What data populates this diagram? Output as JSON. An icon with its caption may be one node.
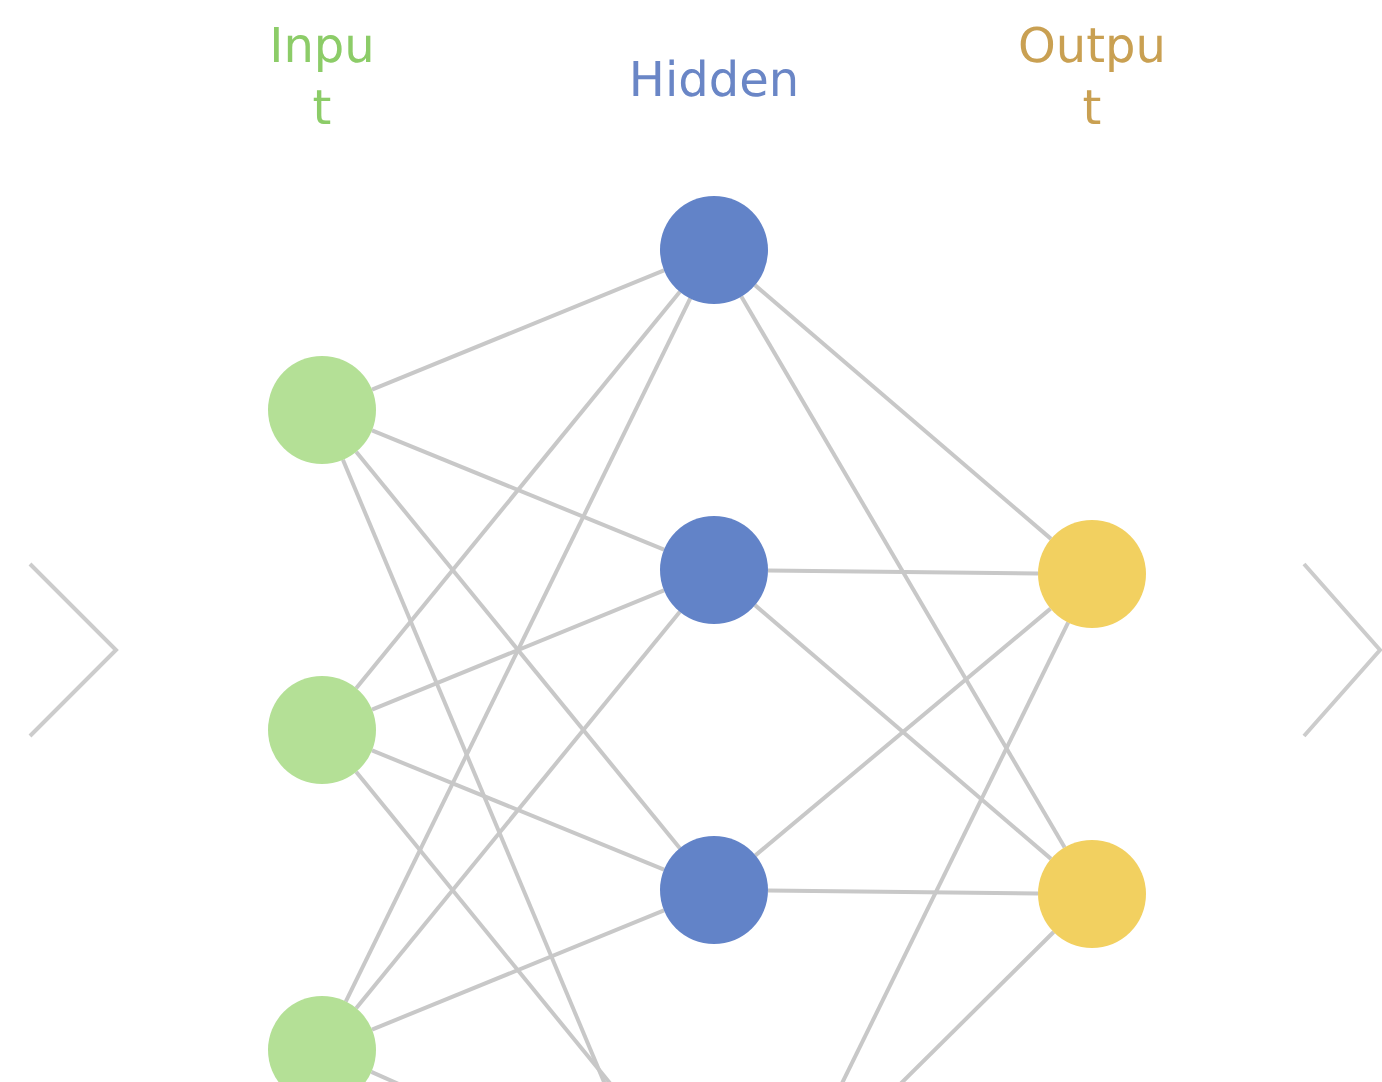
{
  "diagram": {
    "nodes": [
      {
        "text": [],
        "shape": "circle"
      },
      {
        "text": [],
        "shape": "circle"
      },
      {
        "text": [],
        "shape": "circle"
      },
      {
        "text": [],
        "shape": "circle"
      },
      {
        "text": [],
        "shape": "circle"
      },
      {
        "text": [],
        "shape": "circle"
      },
      {
        "text": [],
        "shape": "circle"
      },
      {
        "text": [],
        "shape": "circle"
      }
    ],
    "edges": [
      {
        "from": 0,
        "to": 3,
        "arrow": "none"
      },
      {
        "from": 0,
        "to": 4,
        "arrow": "none"
      },
      {
        "from": 0,
        "to": 5,
        "arrow": "none"
      },
      {
        "from": 0,
        "to": null,
        "arrow": "none"
      },
      {
        "from": 1,
        "to": 3,
        "arrow": "none"
      },
      {
        "from": 1,
        "to": 4,
        "arrow": "none"
      },
      {
        "from": 1,
        "to": 5,
        "arrow": "none"
      },
      {
        "from": 1,
        "to": null,
        "arrow": "none"
      },
      {
        "from": 2,
        "to": 3,
        "arrow": "none"
      },
      {
        "from": 2,
        "to": 4,
        "arrow": "none"
      },
      {
        "from": 2,
        "to": 5,
        "arrow": "none"
      },
      {
        "from": 2,
        "to": null,
        "arrow": "none"
      },
      {
        "from": 3,
        "to": 6,
        "arrow": "none"
      },
      {
        "from": 3,
        "to": 7,
        "arrow": "none"
      },
      {
        "from": 4,
        "to": 6,
        "arrow": "none"
      },
      {
        "from": 4,
        "to": 7,
        "arrow": "none"
      },
      {
        "from": 5,
        "to": 6,
        "arrow": "none"
      },
      {
        "from": 5,
        "to": 7,
        "arrow": "none"
      },
      {
        "from": null,
        "to": 6,
        "arrow": "none"
      },
      {
        "from": null,
        "to": 7,
        "arrow": "none"
      }
    ],
    "labels": [
      "Input",
      "Hidden",
      "Output"
    ]
  }
}
